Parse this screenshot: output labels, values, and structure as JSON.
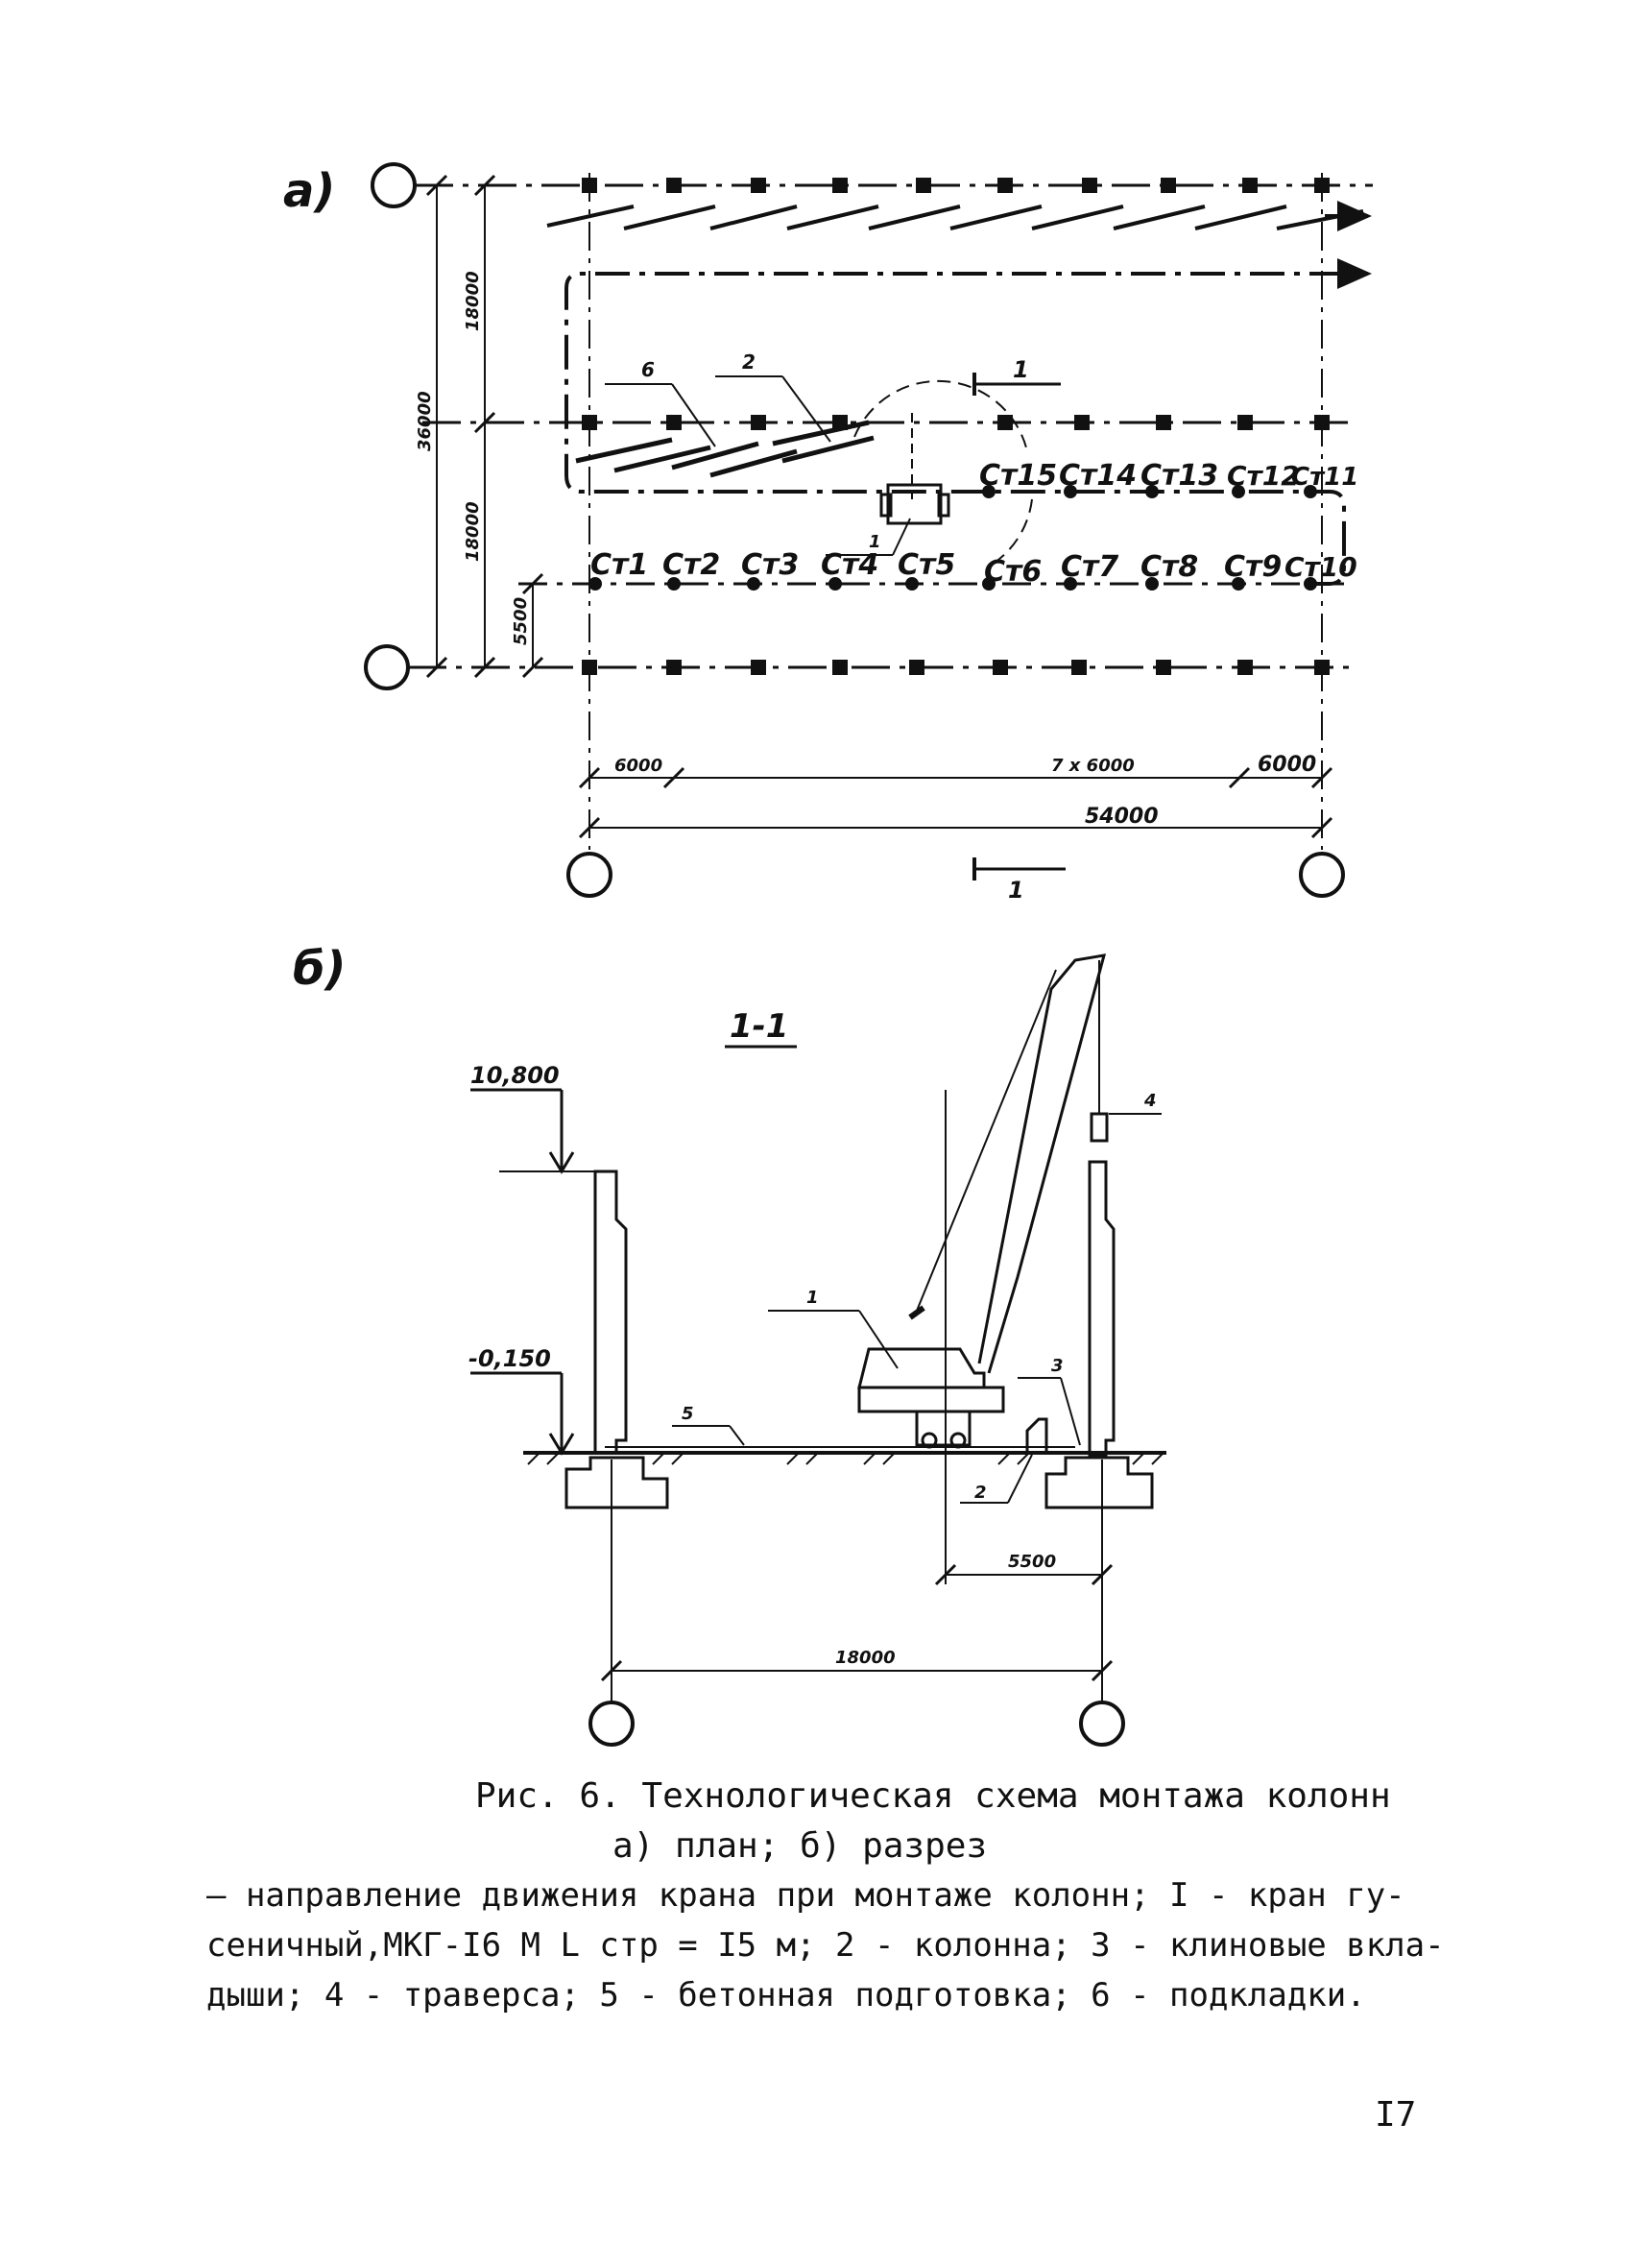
{
  "plan": {
    "label": "а)",
    "dim_total_width": "36000",
    "dim_upper_span": "18000",
    "dim_lower_span": "18000",
    "dim_offset": "5500",
    "dim_bay_first": "6000",
    "dim_bays_mid": "7 x 6000",
    "dim_bay_last": "6000",
    "dim_total_length": "54000",
    "section_mark": "1",
    "callout_6": "6",
    "callout_2": "2",
    "callout_1": "1",
    "stations_front": [
      "Ст1",
      "Ст2",
      "Ст3",
      "Ст4",
      "Ст5",
      "Ст6",
      "Ст7",
      "Ст8",
      "Ст9",
      "Ст10"
    ],
    "stations_back": [
      "Ст15",
      "Ст14",
      "Ст13",
      "Ст12",
      "Ст11"
    ]
  },
  "section": {
    "label": "б)",
    "title": "1-1",
    "elev_top": "10,800",
    "elev_floor": "-0,150",
    "callout_1": "1",
    "callout_2": "2",
    "callout_3": "3",
    "callout_4": "4",
    "callout_5": "5",
    "dim_offset": "5500",
    "dim_span": "18000"
  },
  "caption": {
    "line1": "Рис. 6. Технологическая схема монтажа колонн",
    "line2": "а) план; б) разрез",
    "line3": "— направление движения крана при монтаже колонн; I - кран гу-",
    "line4": "сеничный,МКГ-I6 М L стр = I5 м; 2 - колонна; 3 - клиновые вкла-",
    "line5": "дыши; 4 - траверса; 5 - бетонная подготовка; 6 - подкладки."
  },
  "page_number": "I7"
}
